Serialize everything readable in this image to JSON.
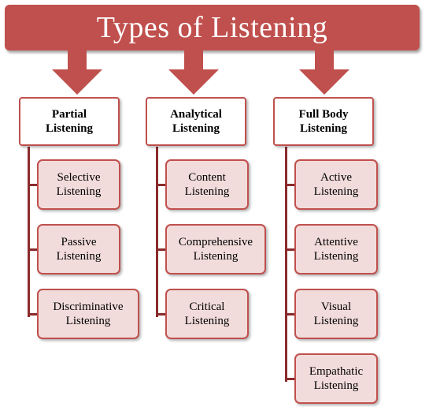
{
  "title": "Types of Listening",
  "colors": {
    "banner": "#c0504d",
    "child_fill": "#f2dcdb",
    "border": "#c0504d",
    "connector": "#8b2b2b"
  },
  "columns": [
    {
      "heading_line1": "Partial",
      "heading_line2": "Listening",
      "children": [
        {
          "line1": "Selective",
          "line2": "Listening"
        },
        {
          "line1": "Passive",
          "line2": "Listening"
        },
        {
          "line1": "Discriminative",
          "line2": "Listening"
        }
      ]
    },
    {
      "heading_line1": "Analytical",
      "heading_line2": "Listening",
      "children": [
        {
          "line1": "Content",
          "line2": "Listening"
        },
        {
          "line1": "Comprehensive",
          "line2": "Listening"
        },
        {
          "line1": "Critical",
          "line2": "Listening"
        }
      ]
    },
    {
      "heading_line1": "Full Body",
      "heading_line2": "Listening",
      "children": [
        {
          "line1": "Active",
          "line2": "Listening"
        },
        {
          "line1": "Attentive",
          "line2": "Listening"
        },
        {
          "line1": "Visual",
          "line2": "Listening"
        },
        {
          "line1": "Empathatic",
          "line2": "Listening"
        }
      ]
    }
  ]
}
